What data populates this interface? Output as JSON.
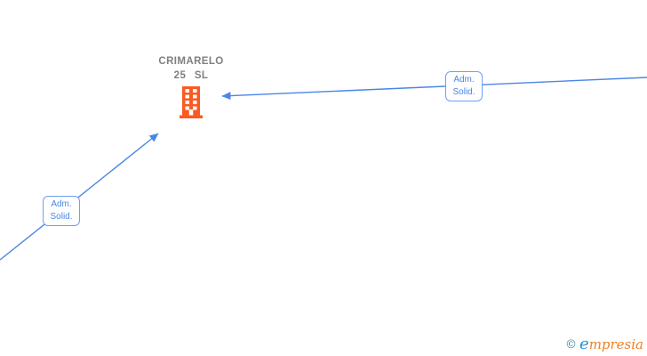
{
  "company_node": {
    "name": "CRIMARELO 25 SL",
    "name_line1": "CRIMARELO",
    "name_line2": "25 SL",
    "icon": "building-icon",
    "icon_color": "#fa5a22",
    "name_color": "#7f7f7f"
  },
  "edges": [
    {
      "id": "edge-from-right",
      "label_line1": "Adm.",
      "label_line2": "Solid.",
      "direction": "from right edge to company"
    },
    {
      "id": "edge-from-bottom-left",
      "label_line1": "Adm.",
      "label_line2": "Solid.",
      "direction": "from bottom-left edge to company"
    }
  ],
  "colors": {
    "edge_blue": "#4a86e8",
    "label_border_blue": "#70a0f2",
    "building_orange": "#fa5a22",
    "company_name_gray": "#7f7f7f",
    "logo_teal": "#45858e",
    "logo_blue": "#2493d1",
    "logo_orange": "#ee8022"
  },
  "footer": {
    "copyright_symbol": "©",
    "logo_first_letter": "e",
    "logo_rest": "mpresia"
  }
}
